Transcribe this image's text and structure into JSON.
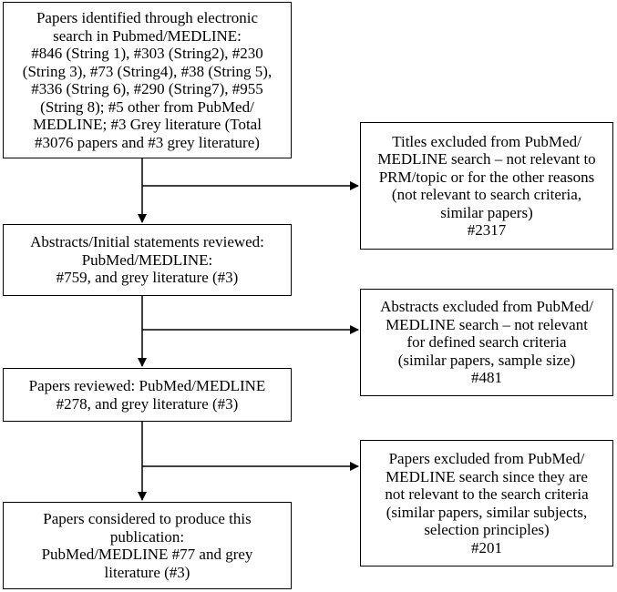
{
  "flow": {
    "identified": {
      "lines": [
        "Papers identified through electronic",
        "search in Pubmed/MEDLINE:",
        "#846 (String 1), #303 (String2), #230",
        "(String 3), #73 (String4), #38 (String 5),",
        "#336 (String 6), #290 (String7), #955",
        "(String 8); #5 other from PubMed/",
        "MEDLINE; #3 Grey literature (Total",
        "#3076 papers and #3 grey literature)"
      ]
    },
    "abstracts_reviewed": {
      "lines": [
        "Abstracts/Initial statements reviewed:",
        "PubMed/MEDLINE:",
        "#759, and grey literature (#3)"
      ]
    },
    "papers_reviewed": {
      "lines": [
        "Papers reviewed: PubMed/MEDLINE",
        "#278, and grey literature (#3)"
      ]
    },
    "papers_considered": {
      "lines": [
        "Papers considered to produce this",
        "publication:",
        "PubMed/MEDLINE #77 and grey",
        "literature (#3)"
      ]
    }
  },
  "exclusions": {
    "titles_excluded": {
      "lines": [
        "Titles excluded from PubMed/",
        "MEDLINE search – not relevant to",
        "PRM/topic or for the other reasons",
        "(not relevant to search criteria,",
        "similar papers)",
        "#2317"
      ]
    },
    "abstracts_excluded": {
      "lines": [
        "Abstracts excluded from PubMed/",
        "MEDLINE search – not relevant",
        "for defined search criteria",
        "(similar papers, sample size)",
        "#481"
      ]
    },
    "papers_excluded": {
      "lines": [
        "Papers excluded from PubMed/",
        "MEDLINE search since they are",
        "not relevant to the search criteria",
        "(similar papers, similar subjects,",
        "selection principles)",
        "#201"
      ]
    }
  },
  "colors": {
    "stroke": "#000000",
    "background": "#ffffff"
  }
}
